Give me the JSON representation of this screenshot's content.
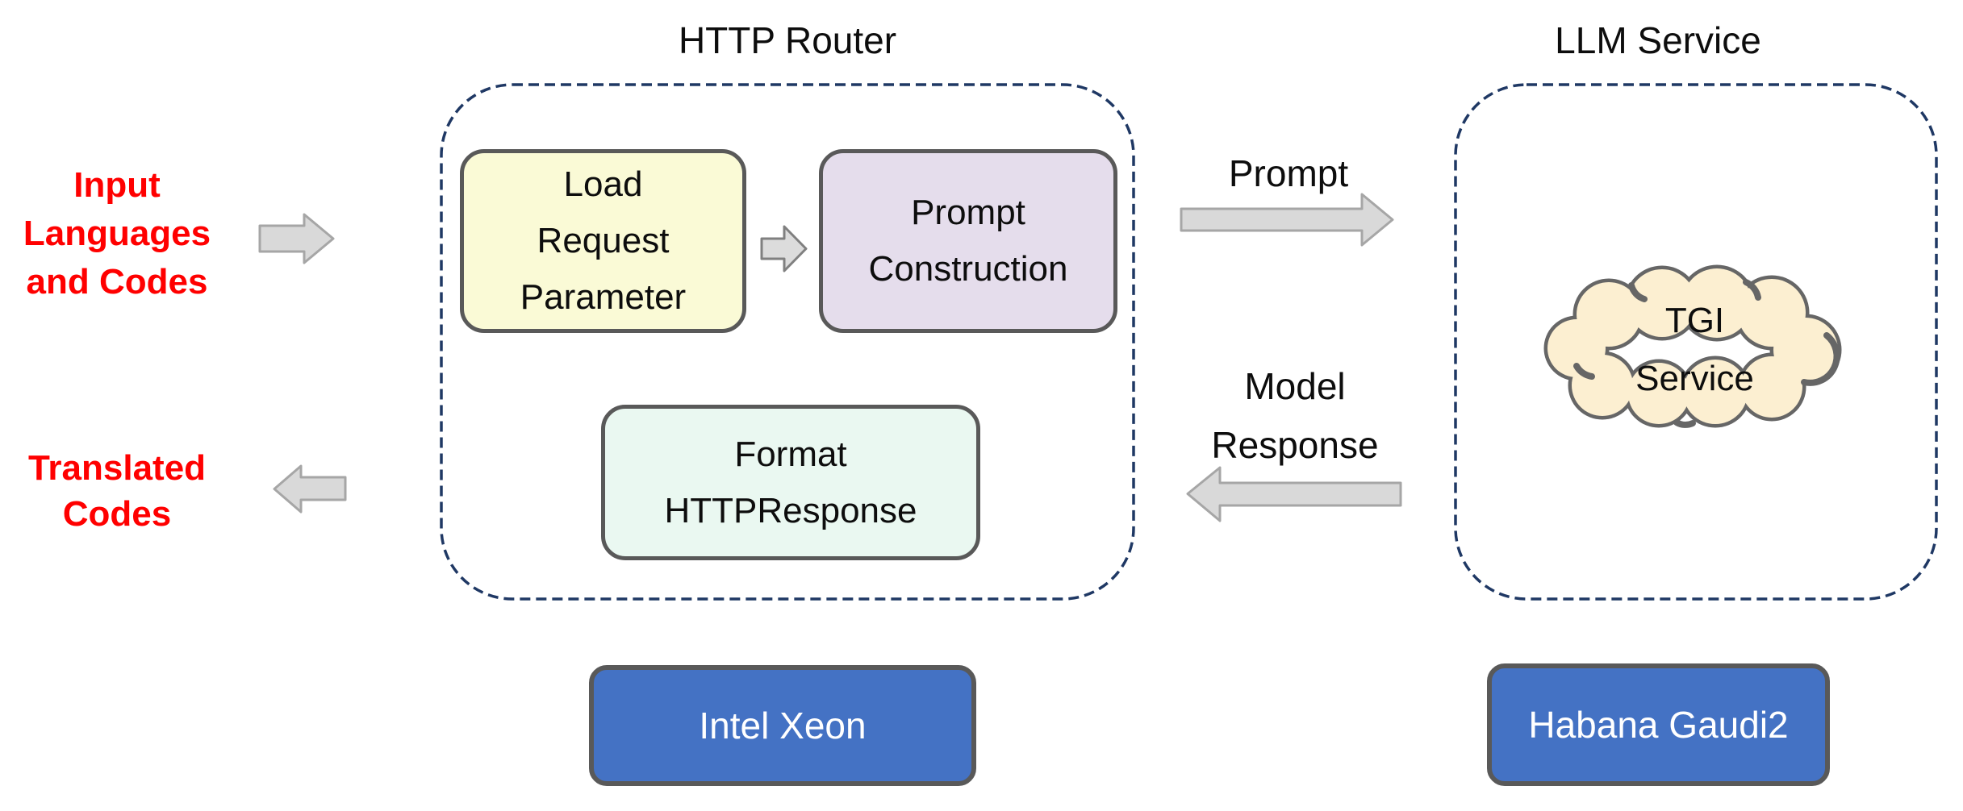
{
  "diagram": {
    "left_labels": {
      "input": {
        "line1": "Input",
        "line2": "Languages",
        "line3": "and Codes"
      },
      "translated": {
        "line1": "Translated",
        "line2": "Codes"
      }
    },
    "http_router": {
      "title": "HTTP Router",
      "load_request_node": {
        "line1": "Load",
        "line2": "Request",
        "line3": "Parameter"
      },
      "prompt_construction_node": {
        "line1": "Prompt",
        "line2": "Construction"
      },
      "format_response_node": {
        "line1": "Format",
        "line2": "HTTPResponse"
      },
      "hardware_chip": "Intel Xeon"
    },
    "llm_service": {
      "title": "LLM Service",
      "cloud": {
        "line1": "TGI",
        "line2": "Service"
      },
      "hardware_chip": "Habana Gaudi2"
    },
    "flows": {
      "prompt_label": "Prompt",
      "model_response_label": {
        "line1": "Model",
        "line2": "Response"
      }
    },
    "icons": {
      "input_arrow": "arrow-right-icon",
      "translated_arrow": "arrow-left-icon",
      "node_connector_arrow": "arrow-right-icon",
      "prompt_arrow": "arrow-right-icon",
      "response_arrow": "arrow-left-icon",
      "tgi_cloud": "cloud-icon"
    },
    "colors": {
      "label_red": "#FF0000",
      "dashed_border_navy": "#1F3864",
      "node_border_gray": "#595959",
      "yellow_fill": "#FAFAD6",
      "purple_fill": "#E5DDEC",
      "mint_fill": "#EAF8F1",
      "cloud_cream_fill": "#FCEFD1",
      "cloud_border_gray": "#666666",
      "chip_blue_fill": "#4472C4",
      "arrow_fill": "#D9D9D9",
      "arrow_border": "#A6A6A6",
      "text_black": "#0d0d0d",
      "chip_text_white": "#ffffff"
    }
  }
}
